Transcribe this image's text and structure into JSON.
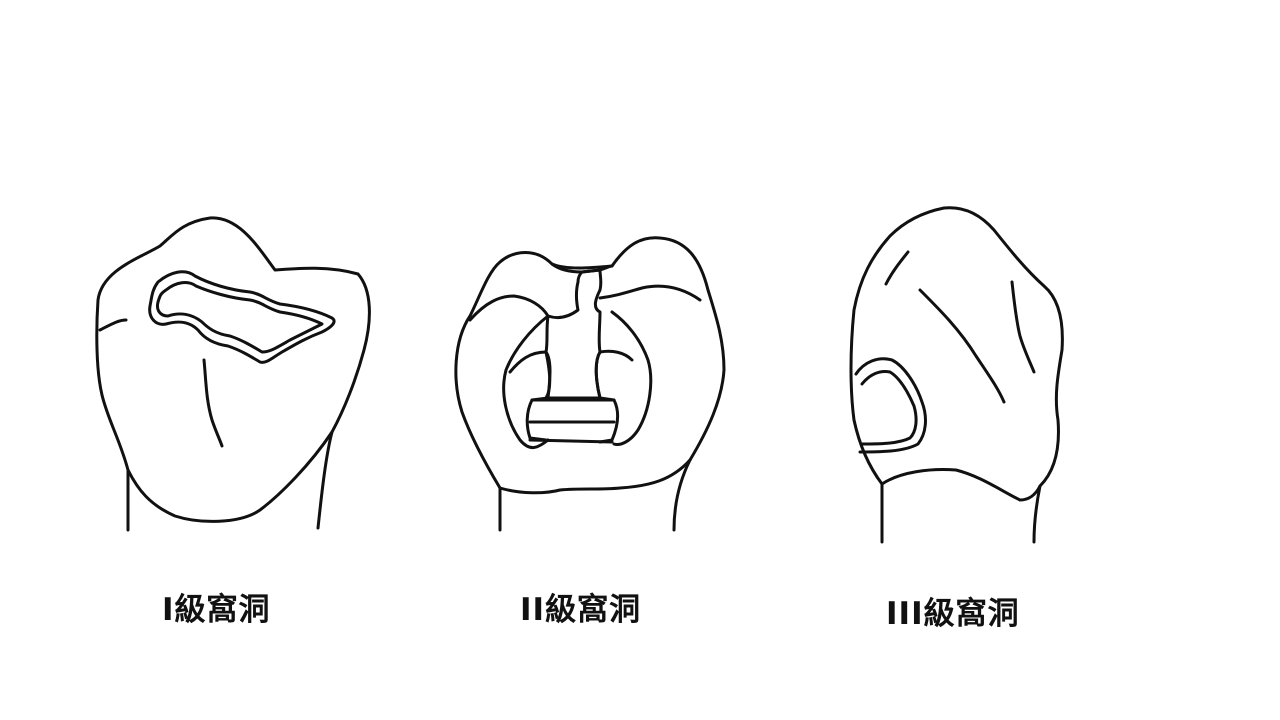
{
  "figures": [
    {
      "label": "I級窩洞"
    },
    {
      "label": "II級窩洞"
    },
    {
      "label": "III級窩洞"
    }
  ]
}
